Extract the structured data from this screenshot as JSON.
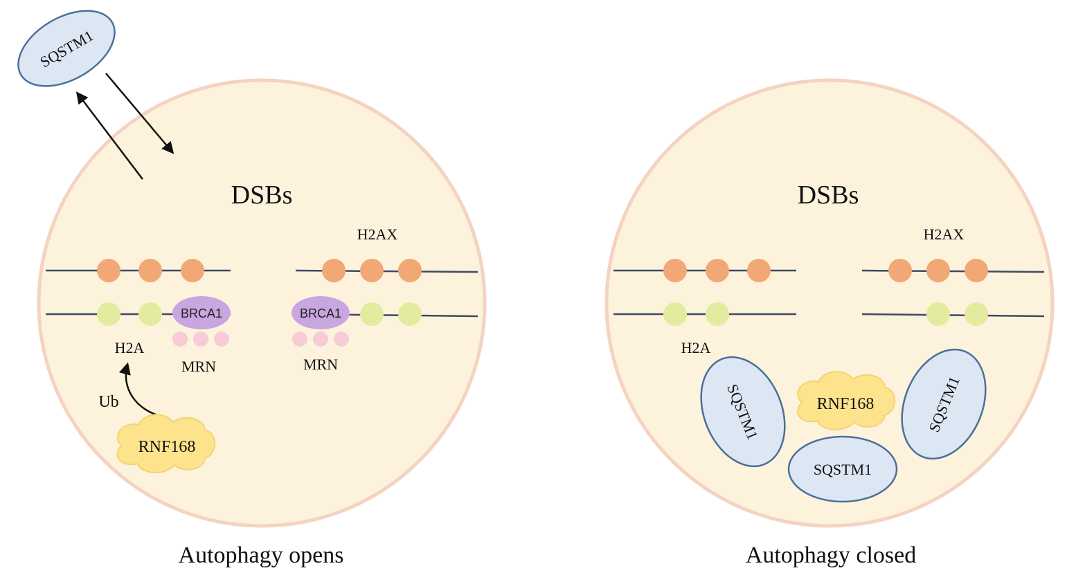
{
  "left_panel": {
    "title": "DSBs",
    "caption": "Autophagy opens",
    "label_h2ax": "H2AX",
    "label_h2a": "H2A",
    "label_brca1_a": "BRCA1",
    "label_brca1_b": "BRCA1",
    "label_mrn_a": "MRN",
    "label_mrn_b": "MRN",
    "label_ub": "Ub",
    "label_rnf168": "RNF168",
    "label_sqstm1_outside": "SQSTM1"
  },
  "right_panel": {
    "title": "DSBs",
    "caption": "Autophagy closed",
    "label_h2ax": "H2AX",
    "label_h2a": "H2A",
    "label_rnf168": "RNF168",
    "label_sqstm1_left": "SQSTM1",
    "label_sqstm1_right": "SQSTM1",
    "label_sqstm1_bottom": "SQSTM1"
  },
  "colors": {
    "cell_fill": "#fdf3dc",
    "cell_stroke": "#f5d2c2",
    "h2ax_node": "#f1a776",
    "h2a_node": "#e3eb9f",
    "brca1": "#c8a6e0",
    "mrn": "#f7ccd6",
    "rnf168": "#fde38c",
    "sqstm1_fill": "#dde7f3",
    "sqstm1_stroke": "#4a6f9a",
    "dna_line": "#3c4a63"
  }
}
